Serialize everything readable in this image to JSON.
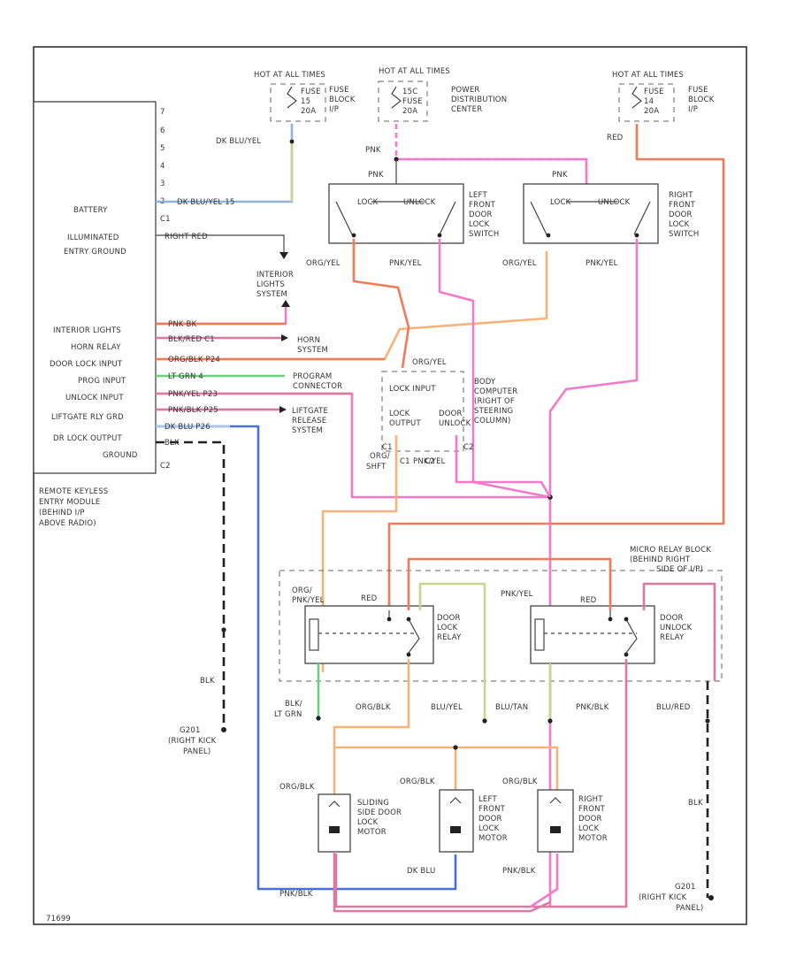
{
  "fuses": {
    "left": {
      "title": "HOT AT ALL TIMES",
      "lines": [
        "FUSE",
        "15",
        "20A"
      ],
      "side": [
        "FUSE",
        "BLOCK",
        "I/P"
      ]
    },
    "center": {
      "title": "HOT AT ALL TIMES",
      "lines": [
        "15C",
        "FUSE",
        "20A"
      ],
      "side": [
        "POWER",
        "DISTRIBUTION",
        "CENTER"
      ]
    },
    "right": {
      "title": "HOT AT ALL TIMES",
      "lines": [
        "FUSE",
        "14",
        "20A"
      ],
      "side": [
        "FUSE",
        "BLOCK",
        "I/P"
      ]
    }
  },
  "module": {
    "pins": [
      "7",
      "6",
      "5",
      "4",
      "3",
      "2",
      "C1"
    ],
    "rows": [
      "BATTERY",
      "ILLUMINATED",
      "ENTRY GROUND",
      "INTERIOR LIGHTS",
      "HORN RELAY",
      "DOOR LOCK INPUT",
      "PROG INPUT",
      "UNLOCK INPUT",
      "LIFTGATE RLY GRD",
      "DR LOCK OUTPUT",
      "GROUND"
    ],
    "c2": "C2",
    "name": [
      "REMOTE KEYLESS",
      "ENTRY MODULE",
      "(BEHIND I/P",
      "ABOVE RADIO)"
    ]
  },
  "wires": {
    "dk_blu_yel": "DK BLU/YEL",
    "dk_blu_yel_15": "DK BLU/YEL 15",
    "right_red": "RIGHT RED",
    "pnk_bk": "PNK BK",
    "blk_red": "BLK/RED C1",
    "org_blk": "ORG/BLK P24",
    "lt_grn": "LT GRN 4",
    "pnk_yel": "PNK/YEL P23",
    "pnk_blk": "PNK/BLK P25",
    "dk_blu": "DK BLU P26",
    "blk": "BLK",
    "pnk": "PNK",
    "red": "RED",
    "org_yel": "ORG/YEL",
    "pnk_yel2": "PNK/YEL",
    "org_yel_c": "ORG/YEL",
    "org_shft": [
      "ORG/",
      "SHFT"
    ],
    "c1": "C1",
    "c2": "C2",
    "pnk_yel_c": "PNK/YEL"
  },
  "labels": {
    "interior_lights_system": [
      "INTERIOR",
      "LIGHTS",
      "SYSTEM"
    ],
    "horn_system": [
      "HORN",
      "SYSTEM"
    ],
    "program_connector": [
      "PROGRAM",
      "CONNECTOR"
    ],
    "liftgate_release": [
      "LIFTGATE",
      "RELEASE",
      "SYSTEM"
    ],
    "lock_input": "LOCK INPUT",
    "lock_output": [
      "LOCK",
      "OUTPUT"
    ],
    "door_unlock": [
      "DOOR",
      "UNLOCK"
    ],
    "body_computer": [
      "BODY",
      "COMPUTER",
      "(RIGHT OF",
      "STEERING",
      "COLUMN)"
    ],
    "c1": "C1",
    "c2": "C2",
    "left_switch": [
      "LEFT",
      "FRONT",
      "DOOR",
      "LOCK",
      "SWITCH"
    ],
    "right_switch": [
      "RIGHT",
      "FRONT",
      "DOOR",
      "LOCK",
      "SWITCH"
    ],
    "lock": "LOCK",
    "unlock": "UNLOCK",
    "micro_relay": [
      "MICRO RELAY BLOCK",
      "(BEHIND RIGHT",
      "SIDE OF I/P)"
    ],
    "door_lock_relay": [
      "DOOR",
      "LOCK",
      "RELAY"
    ],
    "door_unlock_relay": [
      "DOOR",
      "UNLOCK",
      "RELAY"
    ],
    "org_pnk": [
      "ORG/",
      "PNK/YEL"
    ],
    "red": "RED",
    "pnk_yel": "PNK/YEL",
    "red2": "RED",
    "blk_lt_grn": [
      "BLK/",
      "LT GRN"
    ],
    "org_blk": "ORG/BLK",
    "blu_yel": "BLU/YEL",
    "blu_tan": "BLU/TAN",
    "pnk_blk": "PNK/BLK",
    "blu_red": "BLU/RED",
    "blk_left": "BLK",
    "g201": [
      "G201",
      "(RIGHT KICK",
      "PANEL)"
    ],
    "sliding_motor": [
      "SLIDING",
      "SIDE DOOR",
      "LOCK",
      "MOTOR"
    ],
    "left_motor": [
      "LEFT",
      "FRONT",
      "DOOR",
      "LOCK",
      "MOTOR"
    ],
    "right_motor": [
      "RIGHT",
      "FRONT",
      "DOOR",
      "LOCK",
      "MOTOR"
    ],
    "org_blk_m1": "ORG/BLK",
    "org_blk_m2": "ORG/BLK",
    "org_blk_m3": "ORG/BLK",
    "pnk_blk_m": "PNK/BLK",
    "dk_blu_m": "DK BLU",
    "pnk_blk_m2": "PNK/BLK",
    "blk_right": "BLK",
    "g201_right": [
      "G201",
      "(RIGHT KICK",
      "PANEL)"
    ],
    "figure_id": "71699"
  },
  "colors": {
    "dk_blu_yel": "#8fb3d9",
    "yel_grn": "#c6d68c",
    "red": "#f07a5a",
    "pink": "#f27ac8",
    "org": "#f7b27a",
    "grn": "#6fcf7f",
    "blue": "#4a6fd8",
    "blk": "#222222",
    "maroon": "#d97aa0",
    "light_blue": "#a9c7e8"
  }
}
